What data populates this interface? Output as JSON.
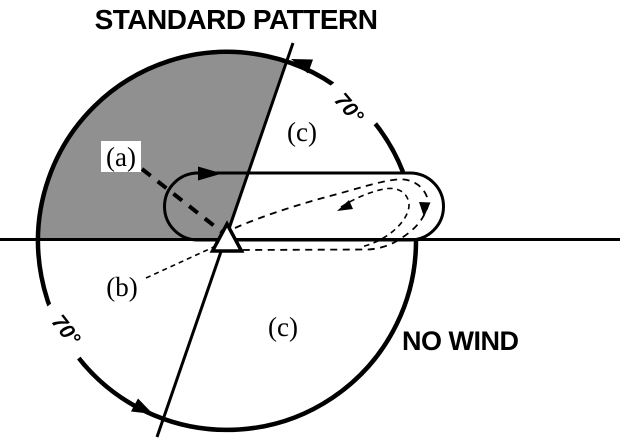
{
  "title": "STANDARD PATTERN",
  "wind_label": "NO WIND",
  "angles": {
    "top": "70°",
    "bottom": "70°"
  },
  "entry_labels": {
    "a": "(a)",
    "b": "(b)",
    "c_upper": "(c)",
    "c_lower": "(c)"
  },
  "colors": {
    "shaded_sector": "#909090",
    "ink": "#000000",
    "background": "#ffffff"
  }
}
